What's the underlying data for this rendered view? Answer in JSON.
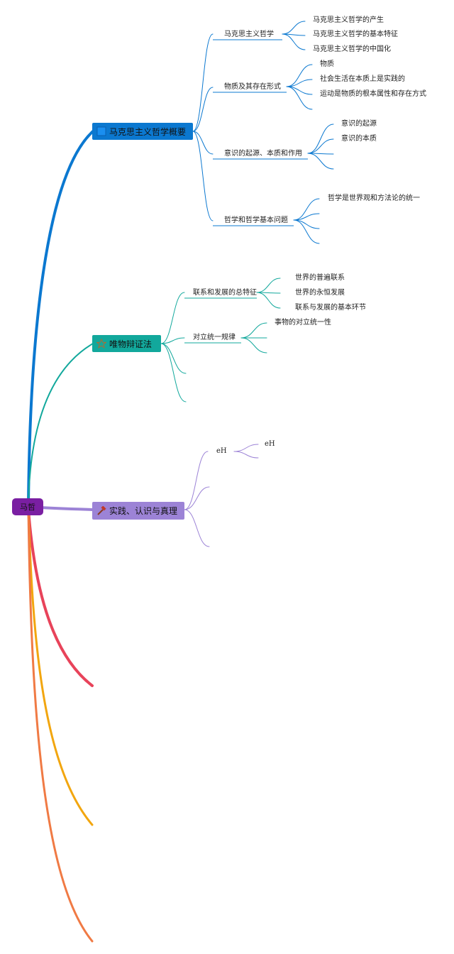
{
  "colors": {
    "root": "#7a1fa2",
    "branch1": "#0b78d0",
    "branch2": "#12a89c",
    "branch3": "#9c83d6",
    "branch4": "#e8435a",
    "branch5": "#f2a60f",
    "branch6": "#f07a44"
  },
  "root": {
    "label": "马哲"
  },
  "branches": [
    {
      "label": "马克思主义哲学概要",
      "icon": "blue-square-icon",
      "children": [
        {
          "label": "马克思主义哲学",
          "children": [
            "马克思主义哲学的产生",
            "马克思主义哲学的基本特征",
            "马克思主义哲学的中国化"
          ]
        },
        {
          "label": "物质及其存在形式",
          "children": [
            "物质",
            "社会生活在本质上是实践的",
            "运动是物质的根本属性和存在方式",
            ""
          ]
        },
        {
          "label": "意识的起源、本质和作用",
          "children": [
            "意识的起源",
            "意识的本质",
            "",
            ""
          ]
        },
        {
          "label": "哲学和哲学基本问题",
          "children": [
            "哲学是世界观和方法论的统一",
            "",
            ""
          ]
        }
      ]
    },
    {
      "label": "唯物辩证法",
      "icon": "star-outline-icon",
      "children": [
        {
          "label": "联系和发展的总特征",
          "children": [
            "世界的普遍联系",
            "世界的永恒发展",
            "联系与发展的基本环节"
          ]
        },
        {
          "label": "对立统一规律",
          "children": [
            "事物的对立统一性",
            "",
            ""
          ]
        },
        {
          "label": "",
          "children": []
        },
        {
          "label": "",
          "children": []
        }
      ]
    },
    {
      "label": "实践、认识与真理",
      "icon": "hammer-icon",
      "children": [
        {
          "label": "eH",
          "children": [
            "eH",
            ""
          ]
        },
        {
          "label": "",
          "children": []
        },
        {
          "label": "",
          "children": []
        }
      ]
    }
  ]
}
